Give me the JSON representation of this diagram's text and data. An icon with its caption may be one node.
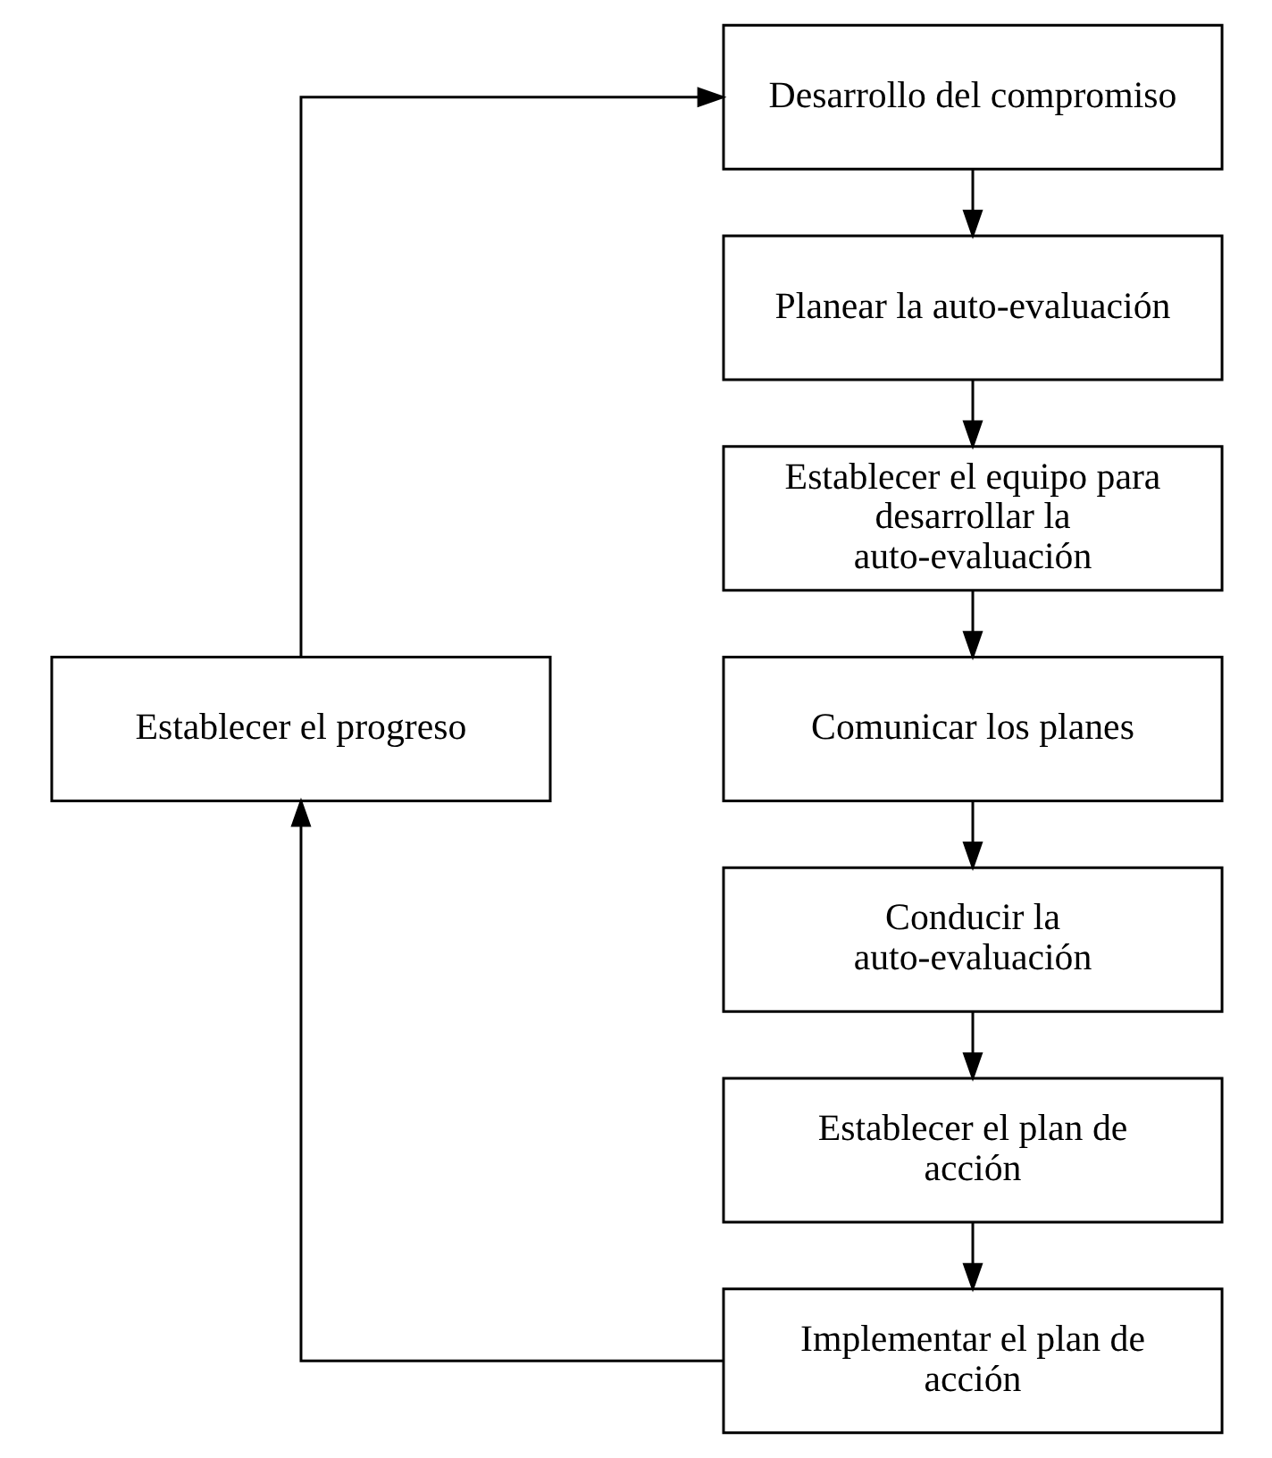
{
  "diagram": {
    "nodes": [
      {
        "text": [
          "Desarrollo del compromiso"
        ]
      },
      {
        "text": [
          "Planear la auto-evaluación"
        ]
      },
      {
        "text": [
          "Establecer el equipo para desarrollar la auto-evaluación"
        ]
      },
      {
        "text": [
          "Comunicar los planes"
        ]
      },
      {
        "text": [
          "Conducir la auto-evaluación"
        ]
      },
      {
        "text": [
          "Establecer el plan de acción"
        ]
      },
      {
        "text": [
          "Implementar el plan de acción"
        ]
      },
      {
        "text": [
          "Establecer el progreso"
        ]
      }
    ],
    "edges": [
      {
        "from": 0,
        "to": 1,
        "arrow": "to"
      },
      {
        "from": 1,
        "to": 2,
        "arrow": "to"
      },
      {
        "from": 2,
        "to": 3,
        "arrow": "to"
      },
      {
        "from": 3,
        "to": 4,
        "arrow": "to"
      },
      {
        "from": 4,
        "to": 5,
        "arrow": "to"
      },
      {
        "from": 5,
        "to": 6,
        "arrow": "to"
      },
      {
        "from": 6,
        "to": 7,
        "arrow": "to"
      },
      {
        "from": 7,
        "to": 0,
        "arrow": "to"
      }
    ]
  }
}
